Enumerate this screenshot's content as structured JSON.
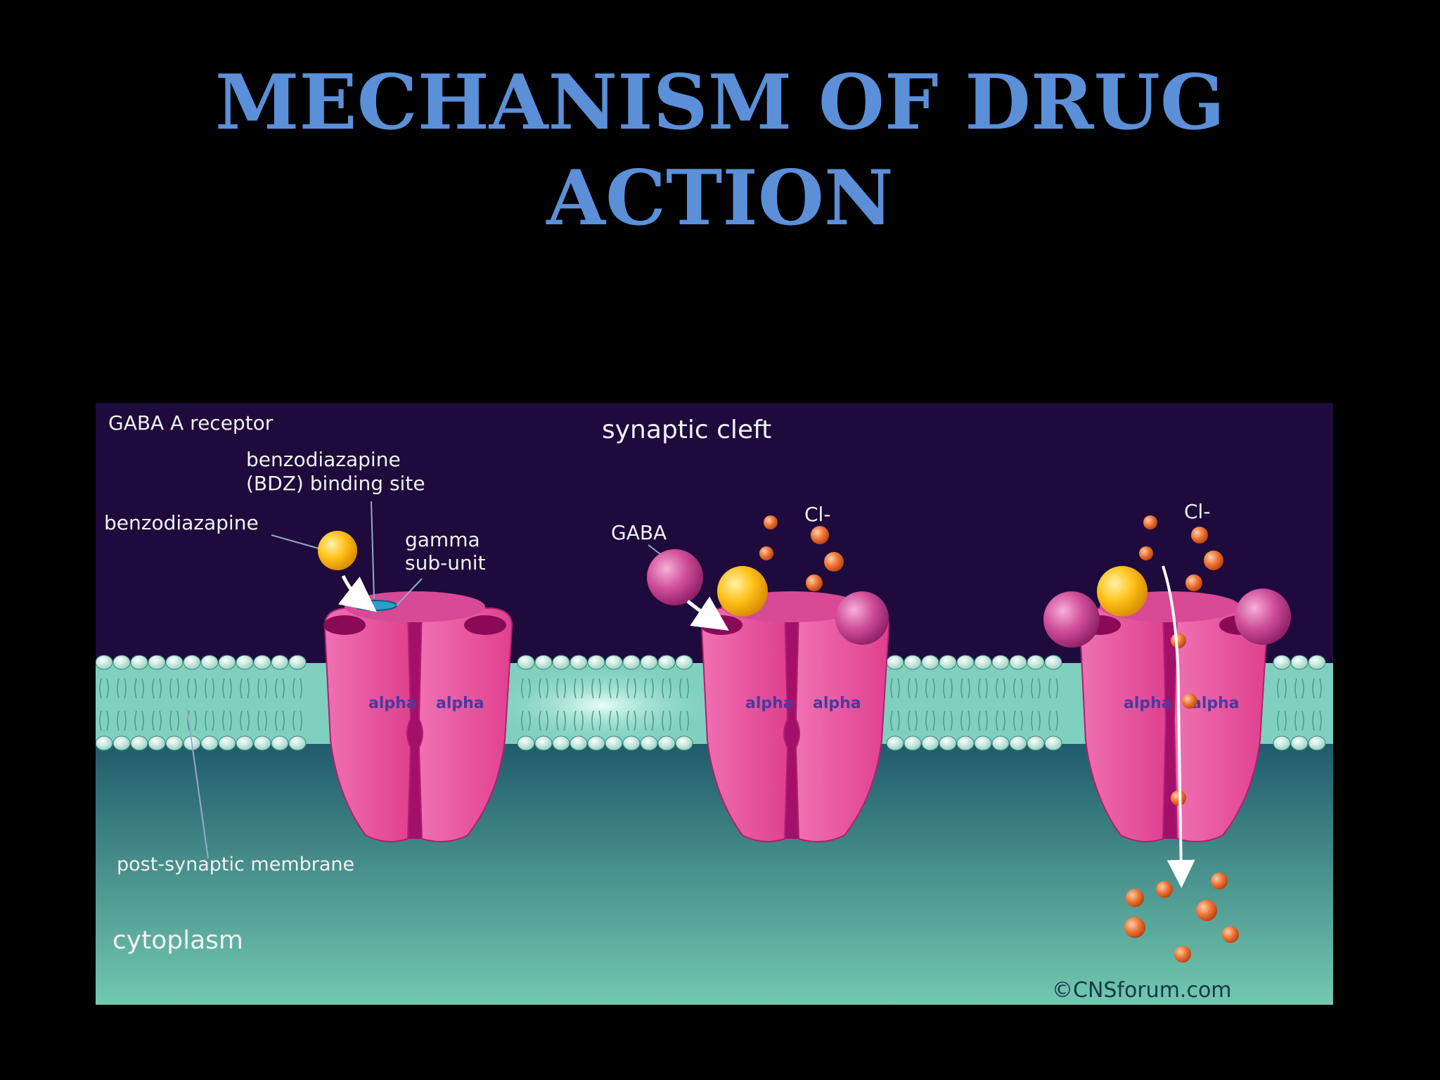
{
  "slide": {
    "title_line1": "MECHANISM OF DRUG",
    "title_line2": "ACTION"
  },
  "diagram": {
    "labels": {
      "receptor": "GABA A receptor",
      "synaptic_cleft": "synaptic cleft",
      "bdz_site_line1": "benzodiazapine",
      "bdz_site_line2": "(BDZ) binding site",
      "benzodiazapine": "benzodiazapine",
      "gamma_line1": "gamma",
      "gamma_line2": "sub-unit",
      "gaba": "GABA",
      "chloride_1": "Cl-",
      "chloride_2": "Cl-",
      "membrane": "post-synaptic membrane",
      "cytoplasm": "cytoplasm",
      "copyright": "©CNSforum.com"
    },
    "subunit_label": "alpha",
    "colors": {
      "cleft": "#1e0a3c",
      "membrane": "#7fd0bf",
      "cytoplasm_top": "#215e6c",
      "cytoplasm_bottom": "#6fc6ad",
      "receptor": "#e8509e",
      "receptor_dark": "#a3106a",
      "gaba": "#d0509a",
      "benzodiazapine": "#ffc21a",
      "chloride": "#f07838"
    }
  }
}
